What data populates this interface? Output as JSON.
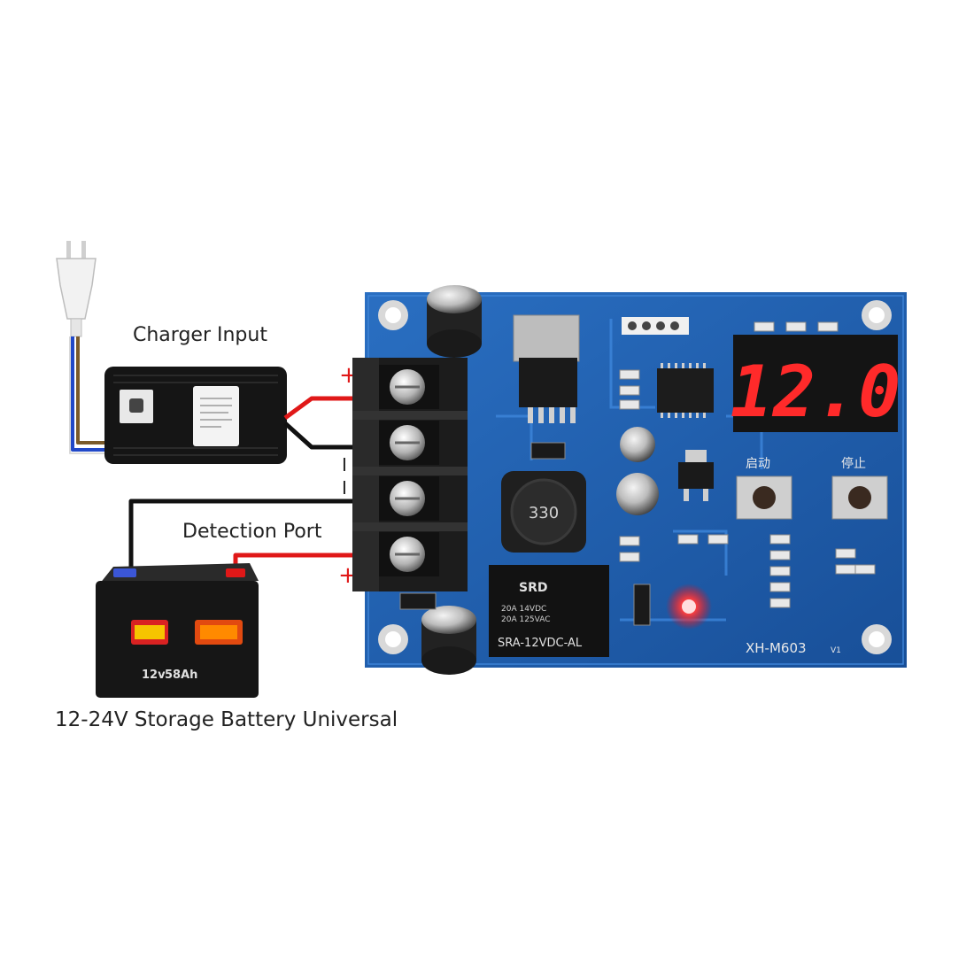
{
  "labels": {
    "charger_input": "Charger Input",
    "detection_port": "Detection Port",
    "battery": "12-24V Storage Battery Universal"
  },
  "terminal_signs": {
    "top_plus": "+",
    "mid_minus_1": "I",
    "mid_minus_2": "I",
    "bottom_plus": "+"
  },
  "board": {
    "display": "12.0",
    "model": "XH-M603",
    "version": "V1",
    "button_start": "启动",
    "button_stop": "停止",
    "inductor": "330",
    "relay_brand": "SRD",
    "relay_line1": "20A 14VDC",
    "relay_line2": "20A 125VAC",
    "relay_model": "SRA-12VDC-AL"
  },
  "battery": {
    "voltage": "12v",
    "capacity": "58Ah"
  },
  "colors": {
    "board_blue": "#1f5fb0",
    "wire_red": "#e01818",
    "wire_black": "#111111",
    "display_red": "#ff2a2a",
    "terminal_black": "#1c1c1c"
  }
}
